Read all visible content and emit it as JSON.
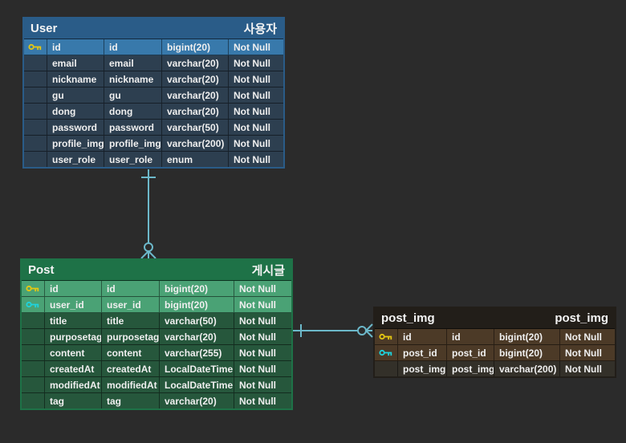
{
  "canvas": {
    "background": "#2b2b2b"
  },
  "relationships": {
    "line_color": "#6cb8ca",
    "items": [
      {
        "from": "User",
        "to": "Post",
        "cardinality": "one-to-zero-or-many"
      },
      {
        "from": "Post",
        "to": "post_img",
        "cardinality": "one-to-zero-or-many"
      }
    ]
  },
  "key_colors": {
    "primary_key": "#e5c712",
    "foreign_key": "#1ed3dd"
  },
  "tables": {
    "user": {
      "title": "User",
      "logical_title": "사용자",
      "colors": {
        "header": "#2a5c88",
        "row": "#2d3f50",
        "highlight": "#3879ab"
      },
      "rows": [
        {
          "name": "id",
          "logical": "id",
          "type": "bigint(20)",
          "nn": "Not Null"
        },
        {
          "name": "email",
          "logical": "email",
          "type": "varchar(20)",
          "nn": "Not Null"
        },
        {
          "name": "nickname",
          "logical": "nickname",
          "type": "varchar(20)",
          "nn": "Not Null"
        },
        {
          "name": "gu",
          "logical": "gu",
          "type": "varchar(20)",
          "nn": "Not Null"
        },
        {
          "name": "dong",
          "logical": "dong",
          "type": "varchar(20)",
          "nn": "Not Null"
        },
        {
          "name": "password",
          "logical": "password",
          "type": "varchar(50)",
          "nn": "Not Null"
        },
        {
          "name": "profile_img",
          "logical": "profile_img",
          "type": "varchar(200)",
          "nn": "Not Null"
        },
        {
          "name": "user_role",
          "logical": "user_role",
          "type": "enum",
          "nn": "Not Null"
        }
      ]
    },
    "post": {
      "title": "Post",
      "logical_title": "게시글",
      "colors": {
        "header": "#1e7247",
        "row": "#26573c",
        "highlight": "#4aa275"
      },
      "rows": [
        {
          "name": "id",
          "logical": "id",
          "type": "bigint(20)",
          "nn": "Not Null"
        },
        {
          "name": "user_id",
          "logical": "user_id",
          "type": "bigint(20)",
          "nn": "Not Null"
        },
        {
          "name": "title",
          "logical": "title",
          "type": "varchar(50)",
          "nn": "Not Null"
        },
        {
          "name": "purposetag",
          "logical": "purposetag",
          "type": "varchar(20)",
          "nn": "Not Null"
        },
        {
          "name": "content",
          "logical": "content",
          "type": "varchar(255)",
          "nn": "Not Null"
        },
        {
          "name": "createdAt",
          "logical": "createdAt",
          "type": "LocalDateTime",
          "nn": "Not Null"
        },
        {
          "name": "modifiedAt",
          "logical": "modifiedAt",
          "type": "LocalDateTime",
          "nn": "Not Null"
        },
        {
          "name": "tag",
          "logical": "tag",
          "type": "varchar(20)",
          "nn": "Not Null"
        }
      ]
    },
    "post_img": {
      "title": "post_img",
      "logical_title": "post_img",
      "colors": {
        "header": "#221e19",
        "row": "#333029",
        "highlight": "#4c3a27"
      },
      "rows": [
        {
          "name": "id",
          "logical": "id",
          "type": "bigint(20)",
          "nn": "Not Null"
        },
        {
          "name": "post_id",
          "logical": "post_id",
          "type": "bigint(20)",
          "nn": "Not Null"
        },
        {
          "name": "post_img",
          "logical": "post_img",
          "type": "varchar(200)",
          "nn": "Not Null"
        }
      ]
    }
  }
}
